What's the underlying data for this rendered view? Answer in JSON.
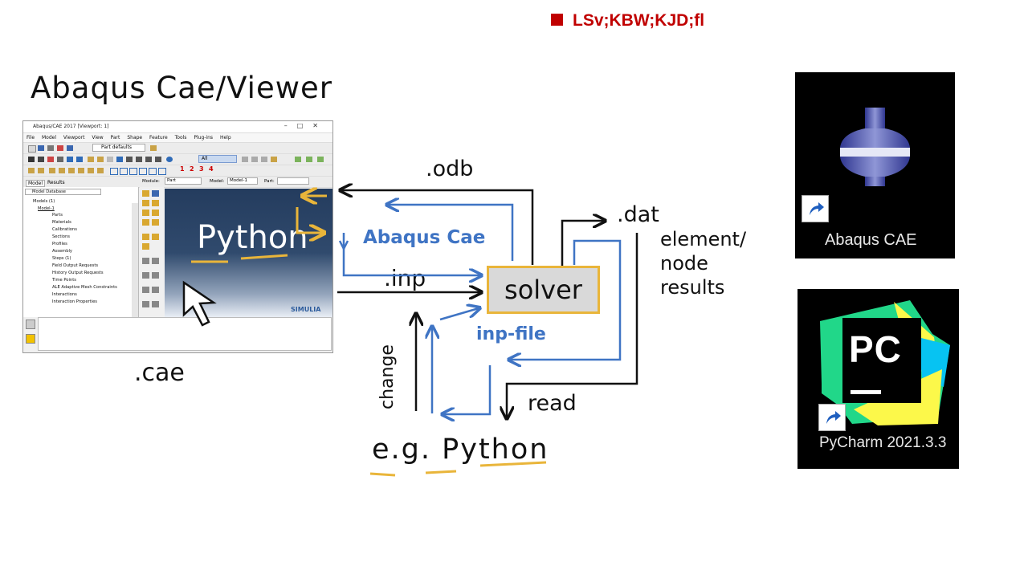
{
  "header": {
    "text": "LSv;KBW;KJD;fl"
  },
  "diagram": {
    "title": "Abaqus Cae/Viewer",
    "cae_label": ".cae",
    "odb_label": ".odb",
    "dat_label": ".dat",
    "results_label": "element/ node results",
    "abaqus_cae_label": "Abaqus Cae",
    "inp_label": ".inp",
    "solver_label": "solver",
    "inp_file_label": "inp-file",
    "change_label": "change",
    "read_label": "read",
    "eg_python_label": "e.g. Python",
    "python_overlay": "Python"
  },
  "screenshot": {
    "window_title": "Abaqus/CAE 2017 [Viewport: 1]",
    "menu": [
      "File",
      "Model",
      "Viewport",
      "View",
      "Part",
      "Shape",
      "Feature",
      "Tools",
      "Plug-ins",
      "Help"
    ],
    "part_defaults": "Part defaults",
    "tabs": [
      "Model",
      "Results"
    ],
    "module_label": "Module:",
    "module_value": "Part",
    "model_label": "Model:",
    "model_value": "Model-1",
    "part_label": "Part:",
    "model_db": "Model Database",
    "tree": [
      "Models (1)",
      "Model-1",
      "Parts",
      "Materials",
      "Calibrations",
      "Sections",
      "Profiles",
      "Assembly",
      "Steps (1)",
      "Field Output Requests",
      "History Output Requests",
      "Time Points",
      "ALE Adaptive Mesh Constraints",
      "Interactions",
      "Interaction Properties"
    ],
    "toolbar_numbers": [
      "1",
      "2",
      "3",
      "4"
    ],
    "all_label": "All",
    "simulia": "SIMULIA"
  },
  "apps": [
    {
      "label": "Abaqus CAE",
      "icon": "abaqus-icon"
    },
    {
      "label": "PyCharm 2021.3.3",
      "icon": "pycharm-icon"
    }
  ],
  "colors": {
    "accent_red": "#c00000",
    "blue": "#3f74c4",
    "gold": "#e9b53a"
  }
}
